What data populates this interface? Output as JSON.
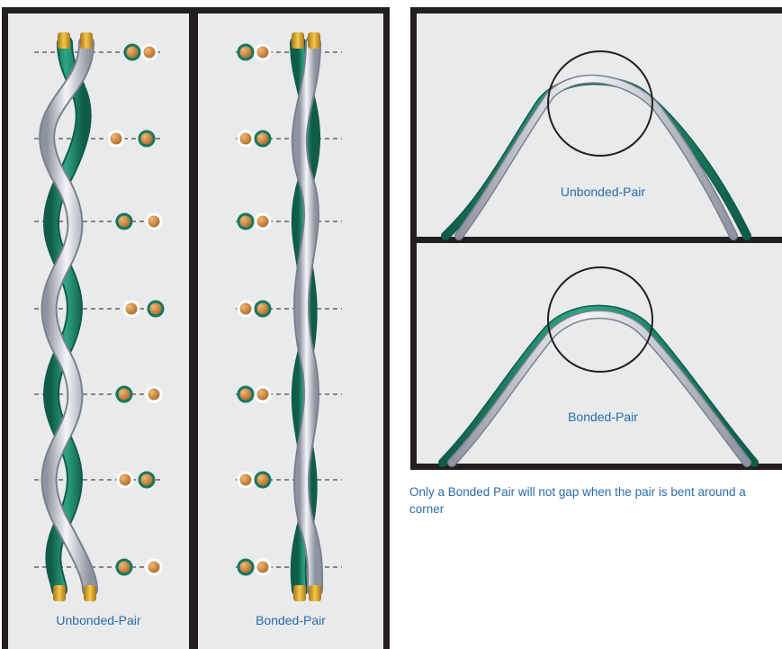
{
  "left_panels": {
    "unbonded_label": "Unbonded-Pair",
    "bonded_label": "Bonded-Pair"
  },
  "right_panels": {
    "top_label": "Unbonded-Pair",
    "bottom_label": "Bonded-Pair"
  },
  "caption": "Only a Bonded Pair will not gap when the pair is bent around a corner",
  "colors": {
    "panel_bg": "#e9eaec",
    "border": "#231f20",
    "green_wire": "#1f8a6e",
    "silver_wire": "#c6cad3",
    "copper": "#c8843f",
    "label": "#2a6ca8"
  }
}
